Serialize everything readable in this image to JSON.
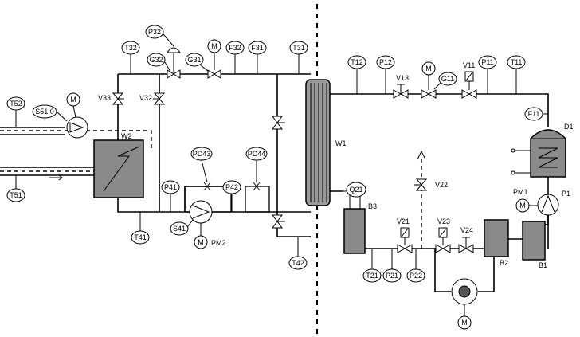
{
  "sensors": {
    "T52": "T52",
    "S51_0": "S51.0",
    "M_fan": "M",
    "T51": "T51",
    "V33": "V33",
    "V32": "V32",
    "T32": "T32",
    "P32": "P32",
    "G32": "G32",
    "G31": "G31",
    "M_top": "M",
    "F32": "F32",
    "F31": "F31",
    "T31": "T31",
    "W2": "W2",
    "P41": "P41",
    "PD43": "PD43",
    "PD44": "PD44",
    "P42": "P42",
    "S41": "S41",
    "M_pm2": "M",
    "PM2": "PM2",
    "T41": "T41",
    "T42": "T42",
    "W1": "W1",
    "T12": "T12",
    "P12": "P12",
    "V13": "V13",
    "M_g11": "M",
    "G11": "G11",
    "V11": "V11",
    "P11": "P11",
    "T11": "T11",
    "F11": "F11",
    "D1": "D1",
    "PM1": "PM1",
    "M_pm1": "M",
    "P1": "P1",
    "Q21": "Q21",
    "B3": "B3",
    "V22": "V22",
    "V21": "V21",
    "V23": "V23",
    "V24": "V24",
    "T21": "T21",
    "P21": "P21",
    "P22": "P22",
    "B2": "B2",
    "B1": "B1",
    "M_bottom": "M"
  }
}
